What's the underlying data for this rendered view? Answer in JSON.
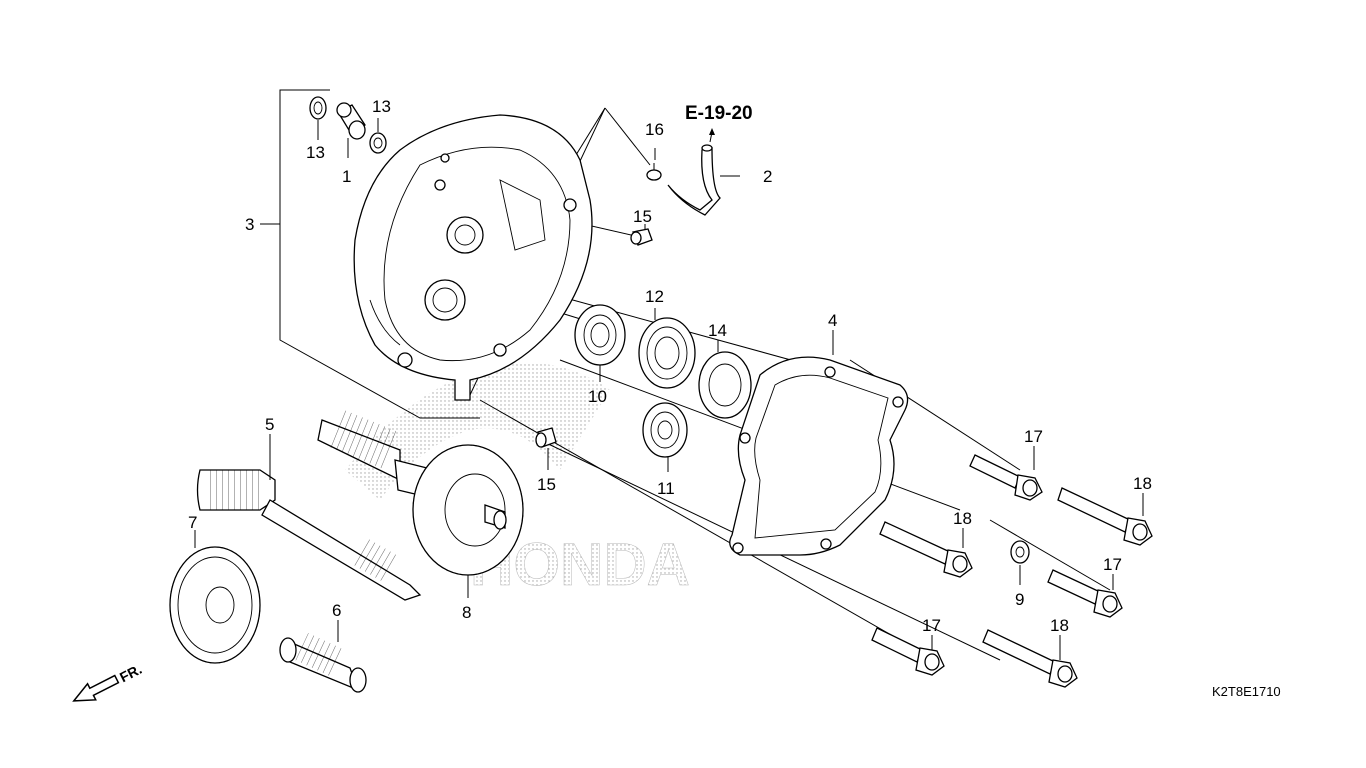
{
  "diagram": {
    "reference": "E-19-20",
    "drawing_code": "K2T8E1710",
    "front_label": "FR.",
    "watermark": "HONDA",
    "callouts": [
      "1",
      "2",
      "3",
      "4",
      "5",
      "6",
      "7",
      "8",
      "9",
      "10",
      "11",
      "12",
      "13",
      "13",
      "14",
      "15",
      "15",
      "16",
      "17",
      "17",
      "17",
      "18",
      "18",
      "18"
    ]
  }
}
